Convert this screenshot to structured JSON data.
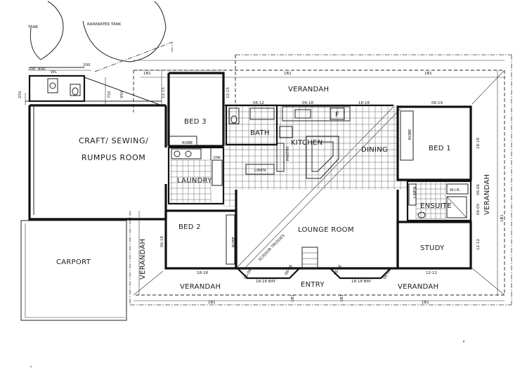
{
  "rooms": {
    "tank": "TANK",
    "rainwater_tank": "RAINWATER TANK",
    "verandah_top": "VERANDAH",
    "bed3": "BED 3",
    "robe_bed3": "ROBE",
    "craft_line1": "CRAFT/ SEWING/",
    "craft_line2": "RUMPUS ROOM",
    "laundry": "LAUNDRY",
    "bath": "BATH",
    "kitchen": "KITCHEN",
    "fridge": "F",
    "pantry": "PANTRY",
    "linen_kitchen": "LINEN",
    "dining": "DINING",
    "bed1": "BED 1",
    "robe_bed1": "ROBE",
    "linen_ensuite": "LINEN",
    "wir": "W.I.R.",
    "ensuite": "ENSUITE",
    "bed2": "BED 2",
    "robe_bed2": "ROBE",
    "lounge": "LOUNGE ROOM",
    "study": "STUDY",
    "carport": "CARPORT",
    "verandah_left": "VERANDAH",
    "verandah_bottom_left": "VERANDAH",
    "entry": "ENTRY",
    "verandah_bottom_right": "VERANDAH",
    "verandah_right": "VERANDAH",
    "scissor": "SCISSOR TRUSSES",
    "wc": "WC",
    "dw": "DW"
  },
  "dims": {
    "d200a": "200",
    "d800": "800",
    "d200b": "200",
    "d250": "250",
    "d750": "750",
    "d950": "950",
    "d1815": "12-15",
    "d1815b": "12-15",
    "d1B1a": "1B1",
    "d1B1b": "1B1",
    "d1B1c": "1B1",
    "d0612": "06-12",
    "d0618": "06-18",
    "d1818top": "18-18",
    "d0619": "06-19",
    "d1816r": "18-18",
    "d0606": "06-06",
    "d0609": "06-09",
    "d1212r": "12-12",
    "d1818bed2": "18-18",
    "d0618bed2": "06-18",
    "d1818bayL": "18-18 BAY",
    "d1818bayR": "18-18 BAY",
    "d1212study": "12-12",
    "d1B1d": "1B1",
    "d1B1e": "1B1",
    "d1B1f": "1B1",
    "d1B1g": "1B1",
    "d1B1h": "1B1",
    "d0606b": "06-06",
    "d0606c": "06-06",
    "d06a": "06-06",
    "d06b": "06-06"
  }
}
